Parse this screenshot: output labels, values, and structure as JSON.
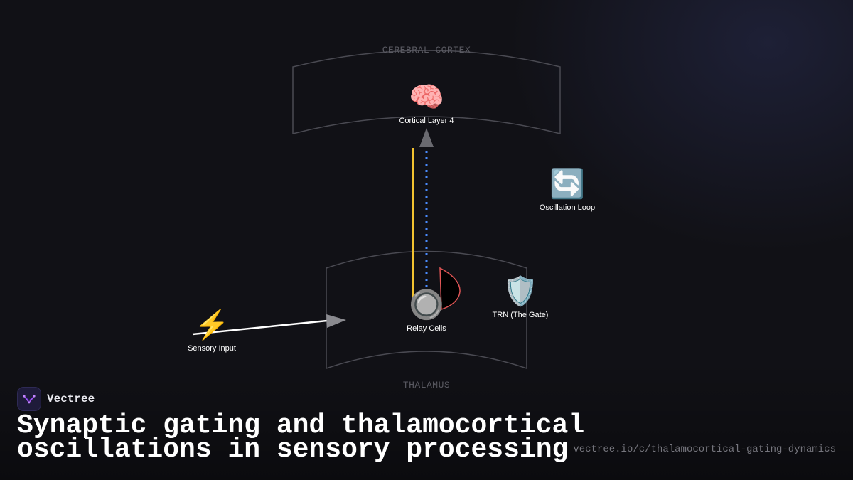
{
  "diagram": {
    "regions": {
      "cortex": "CEREBRAL CORTEX",
      "thalamus": "THALAMUS"
    },
    "nodes": {
      "cortical_layer": {
        "icon": "brain-icon",
        "glyph": "🧠",
        "label": "Cortical Layer 4"
      },
      "oscillation_loop": {
        "icon": "cycle-arrows-icon",
        "glyph": "🔄",
        "label": "Oscillation Loop"
      },
      "relay_cells": {
        "icon": "radio-button-icon",
        "glyph": "🔘",
        "label": "Relay Cells"
      },
      "trn": {
        "icon": "shield-icon",
        "glyph": "🛡️",
        "label": "TRN (The Gate)"
      },
      "sensory_input": {
        "icon": "lightning-icon",
        "glyph": "⚡",
        "label": "Sensory Input"
      }
    },
    "colors": {
      "sensory_arrow": "#ffffff",
      "relay_to_cortex": "#f2c230",
      "feedback_dotted": "#4a8cff",
      "trn_loop": "#e05555",
      "region_outline": "#4a4a52"
    }
  },
  "brand": {
    "name": "Vectree",
    "logo_icon": "vectree-logo-icon"
  },
  "caption": {
    "title": "Synaptic gating and thalamocortical oscillations in sensory processing",
    "url": "vectree.io/c/thalamocortical-gating-dynamics"
  }
}
